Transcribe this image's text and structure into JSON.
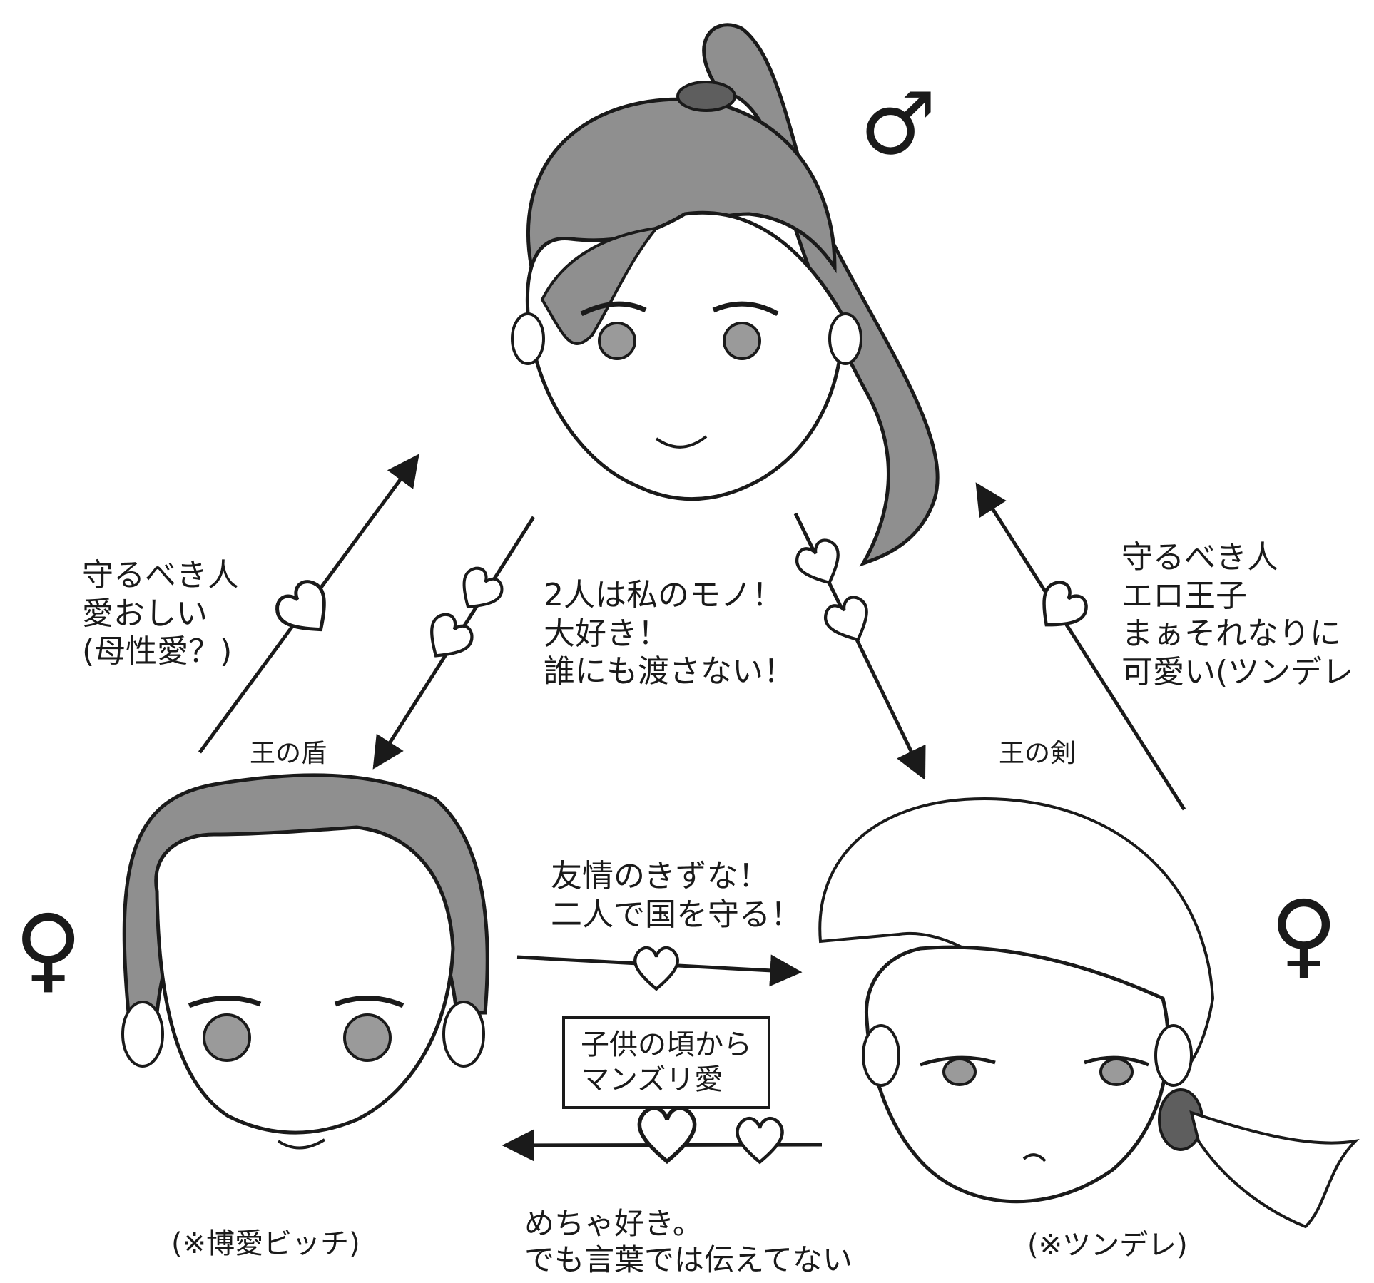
{
  "colors": {
    "hair": "#8f8f8f",
    "ink": "#1a1a1a",
    "skin": "#ffffff",
    "eye": "#9a9a9a",
    "band": "#5e5e5e"
  },
  "symbols": {
    "male": "♂",
    "female": "♀"
  },
  "relations": {
    "top_to_left": "守るべき人\n愛おしい\n(母性愛？)",
    "top_to_right": "守るべき人\nエロ王子\nまぁそれなりに\n可愛い(ツンデレ",
    "center_top": "2人は私のモノ！\n大好き！\n誰にも渡さない！",
    "left_to_right": "友情のきずな！\n二人で国を守る！",
    "right_to_left_box": "子供の頃から\nマンズリ愛",
    "right_to_left_bottom": "めちゃ好き。\nでも言葉では伝えてない"
  },
  "roles": {
    "left": "王の盾",
    "right": "王の剣"
  },
  "notes": {
    "left": "(※博愛ビッチ)",
    "right": "(※ツンデレ)"
  }
}
